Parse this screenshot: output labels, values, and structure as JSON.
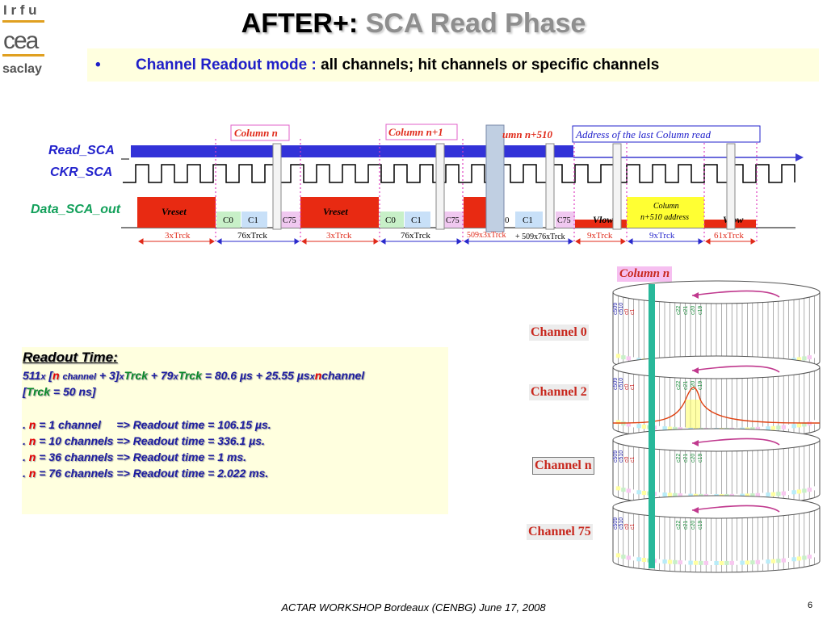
{
  "logo": {
    "line1": "I r f u",
    "line2": "cea",
    "line3": "saclay"
  },
  "title": {
    "part1": "AFTER+:",
    "part2": "SCA Read Phase"
  },
  "bullet": {
    "mark": "•",
    "mode": "Channel Readout mode :",
    "rest": "all channels; hit channels or specific channels"
  },
  "signals": {
    "read_sca": "Read_SCA",
    "ckr_sca": "CKR_SCA",
    "data_sca_out": "Data_SCA_out"
  },
  "timing": {
    "column_n": "Column n",
    "column_n1": "Column n+1",
    "column_n510": "umn n+510",
    "last_column": "Address of the last Column read",
    "vreset": "Vreset",
    "c0": "C0",
    "c1": "C1",
    "c75": "C75",
    "c0_partial": "0",
    "vlow": "Vlow",
    "col510_line1": "Column",
    "col510_line2": "n+510 address",
    "dur_3xtrck": "3xTrck",
    "dur_76xtrck": "76xTrck",
    "dur_509x3xtrck": "509x3xTrck",
    "dur_509x76xtrck": "+ 509x76xTrck",
    "dur_9xtrck_a": "9xTrck",
    "dur_9xtrck_b": "9xTrck",
    "dur_61xtrck": "61xTrck"
  },
  "readout": {
    "heading": "Readout Time:",
    "f_511": "511",
    "f_x": "x",
    "f_lb": "[",
    "f_n": "n",
    "f_channel": "channel",
    "f_plus3": "+ 3]",
    "f_trck": "Trck",
    "f_plus79": "+ 79",
    "f_eq": "= 80.6 µs + 25.55 µs",
    "f_channel2": "channel",
    "trck_note_lb": "[",
    "trck_note_tr": "Trck",
    "trck_note_rest": "= 50 ns]",
    "items": [
      {
        "pre": ".",
        "n": "n",
        "post": "= 1 channel     => Readout time = 106.15 µs."
      },
      {
        "pre": ".",
        "n": "n",
        "post": "= 10 channels => Readout time = 336.1 µs."
      },
      {
        "pre": ".",
        "n": "n",
        "post": "= 36 channels => Readout time = 1 ms."
      },
      {
        "pre": ".",
        "n": "n",
        "post": "= 76 channels => Readout time = 2.022 ms."
      }
    ]
  },
  "cylinders": {
    "column_n": "Column n",
    "channels": [
      "Channel 0",
      "Channel 2",
      "Channel n",
      "Channel 75"
    ],
    "col_labels_left": [
      "c509",
      "c510",
      "c0",
      "c1"
    ],
    "col_labels_right": [
      "c22",
      "c21",
      "c20",
      "c19"
    ]
  },
  "footer": "ACTAR WORKSHOP Bordeaux (CENBG) June 17, 2008",
  "page_number": "6",
  "colors": {
    "blue": "#3030d8",
    "red": "#e02a1a",
    "green_text": "#10a060",
    "yellow": "#ffff33",
    "magenta": "#e050c0"
  }
}
